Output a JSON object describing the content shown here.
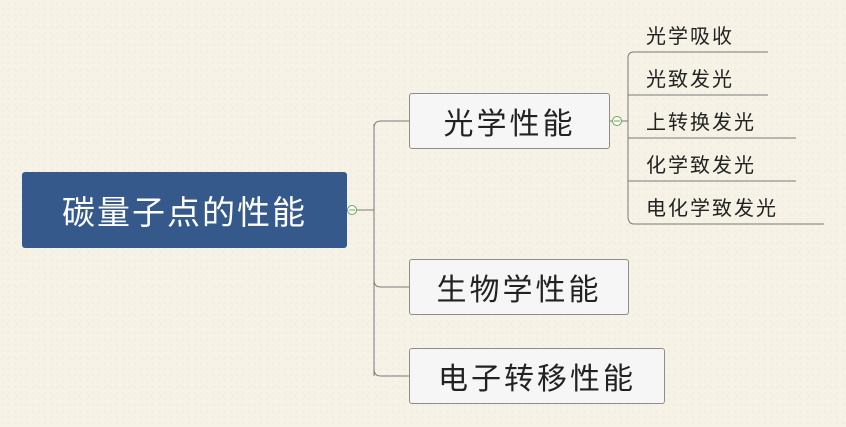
{
  "diagram": {
    "root": {
      "label": "碳量子点的性能"
    },
    "branches": [
      {
        "label": "光学性能",
        "children": [
          "光学吸收",
          "光致发光",
          "上转换发光",
          "化学致发光",
          "电化学致发光"
        ]
      },
      {
        "label": "生物学性能"
      },
      {
        "label": "电子转移性能"
      }
    ]
  },
  "colors": {
    "root_fill": "#34598a",
    "connector": "#7a7a7a",
    "collapse_toggle": "#6aa84f",
    "background": "#f6f2e6"
  }
}
